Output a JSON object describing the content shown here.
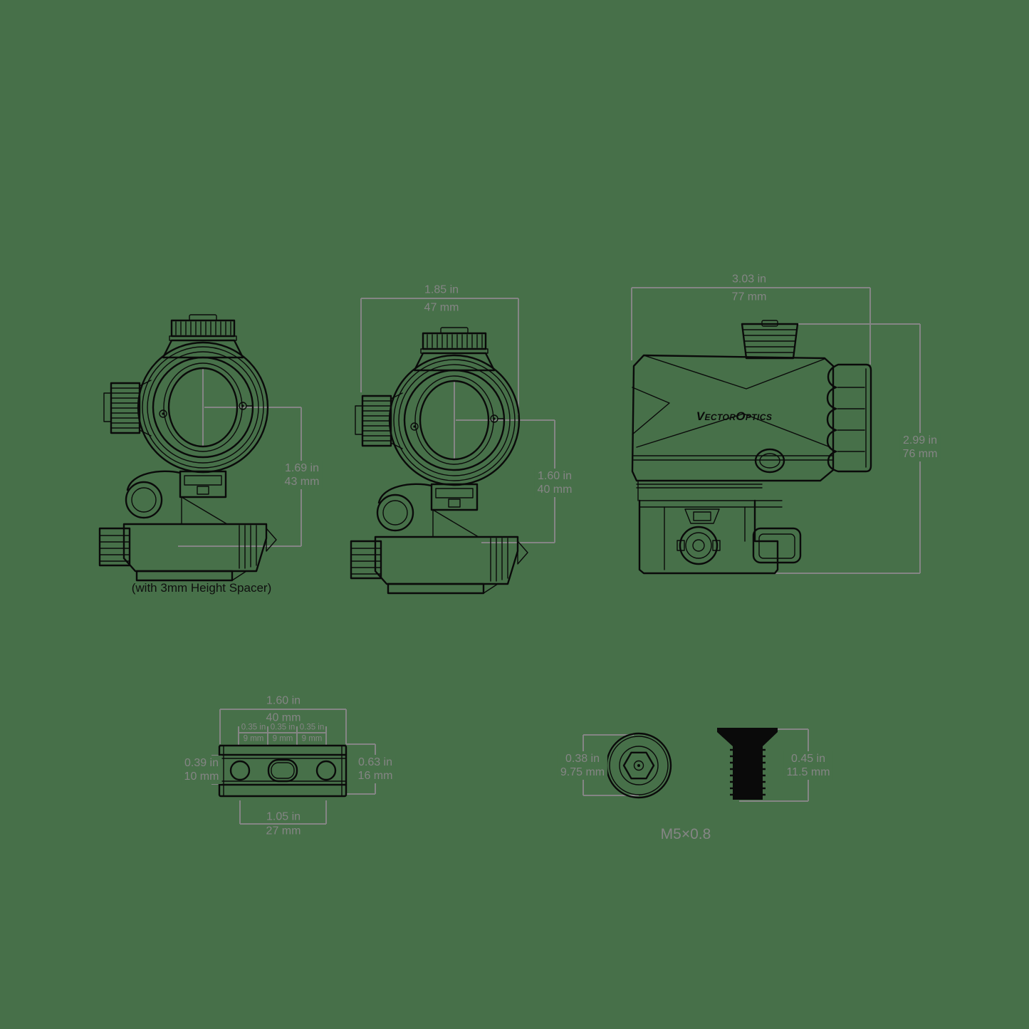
{
  "colors": {
    "background": "#477049",
    "drawing_line": "#0a0a0a",
    "dimension_line": "#858585"
  },
  "labels": {
    "spacer_caption": "(with 3mm Height Spacer)",
    "thread_spec": "M5×0.8",
    "brand": "VectorOptics"
  },
  "dims": {
    "front_spacer_height": {
      "in": "1.69 in",
      "mm": "43 mm"
    },
    "front_width": {
      "in": "1.85 in",
      "mm": "47 mm"
    },
    "front_height": {
      "in": "1.60 in",
      "mm": "40 mm"
    },
    "side_length": {
      "in": "3.03 in",
      "mm": "77 mm"
    },
    "side_height": {
      "in": "2.99 in",
      "mm": "76 mm"
    },
    "rail_width": {
      "in": "1.60 in",
      "mm": "40 mm"
    },
    "rail_pitches": [
      {
        "in": "0.35 in",
        "mm": "9 mm"
      },
      {
        "in": "0.35 in",
        "mm": "9 mm"
      },
      {
        "in": "0.35 in",
        "mm": "9 mm"
      }
    ],
    "rail_slot_width": {
      "in": "0.39 in",
      "mm": "10 mm"
    },
    "rail_depth": {
      "in": "0.63 in",
      "mm": "16 mm"
    },
    "rail_hole_span": {
      "in": "1.05 in",
      "mm": "27 mm"
    },
    "screw_head_diameter": {
      "in": "0.38 in",
      "mm": "9.75 mm"
    },
    "screw_length": {
      "in": "0.45 in",
      "mm": "11.5 mm"
    }
  }
}
